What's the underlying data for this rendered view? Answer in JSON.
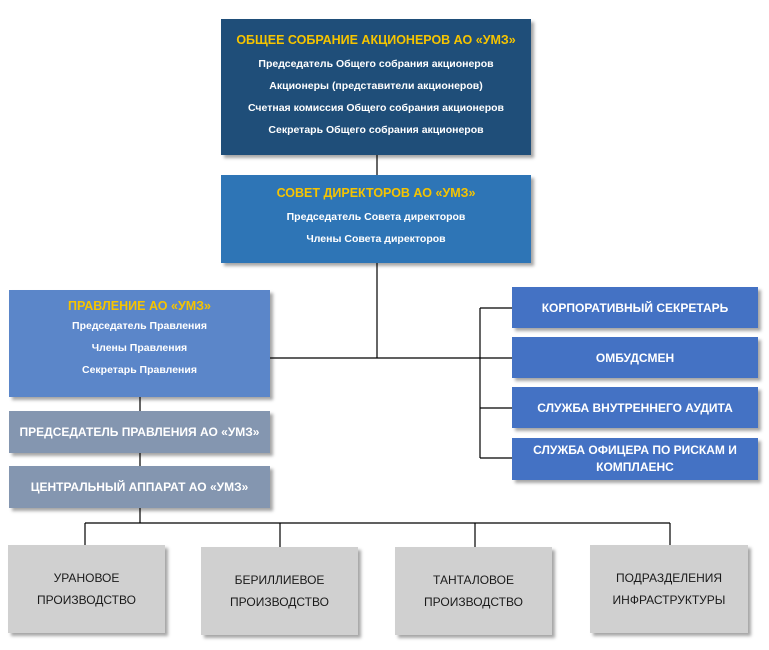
{
  "meeting": {
    "title": "ОБЩЕЕ СОБРАНИЕ АКЦИОНЕРОВ АО «УМЗ»",
    "lines": [
      "Председатель Общего собрания акционеров",
      "Акционеры (представители акционеров)",
      "Счетная комиссия Общего собрания акционеров",
      "Секретарь Общего собрания акционеров"
    ]
  },
  "board": {
    "title": "СОВЕТ ДИРЕКТОРОВ АО «УМЗ»",
    "lines": [
      "Председатель Совета директоров",
      "Члены Совета директоров"
    ]
  },
  "management": {
    "title": "ПРАВЛЕНИЕ АО «УМЗ»",
    "lines": [
      "Председатель Правления",
      "Члены Правления",
      "Секретарь Правления"
    ]
  },
  "chairman": {
    "title": "ПРЕДСЕДАТЕЛЬ ПРАВЛЕНИЯ АО «УМЗ»"
  },
  "central": {
    "title": "ЦЕНТРАЛЬНЫЙ АППАРАТ АО «УМЗ»"
  },
  "side_units": [
    "КОРПОРАТИВНЫЙ СЕКРЕТАРЬ",
    "ОМБУДСМЕН",
    "СЛУЖБА ВНУТРЕННЕГО АУДИТА",
    "СЛУЖБА ОФИЦЕРА ПО РИСКАМ И КОМПЛАЕНС"
  ],
  "production_units": [
    {
      "line1": "УРАНОВОЕ",
      "line2": "ПРОИЗВОДСТВО"
    },
    {
      "line1": "БЕРИЛЛИЕВОЕ",
      "line2": "ПРОИЗВОДСТВО"
    },
    {
      "line1": "ТАНТАЛОВОЕ",
      "line2": "ПРОИЗВОДСТВО"
    },
    {
      "line1": "ПОДРАЗДЕЛЕНИЯ",
      "line2": "ИНФРАСТРУКТУРЫ"
    }
  ],
  "colors": {
    "meeting_bg": "#1f4e79",
    "board_bg": "#2e75b6",
    "management_bg": "#5b86c9",
    "side_bg": "#4472c4",
    "gray_bg": "#8496b0",
    "unit_bg": "#d0d0d0",
    "title_yellow": "#f6c400"
  }
}
